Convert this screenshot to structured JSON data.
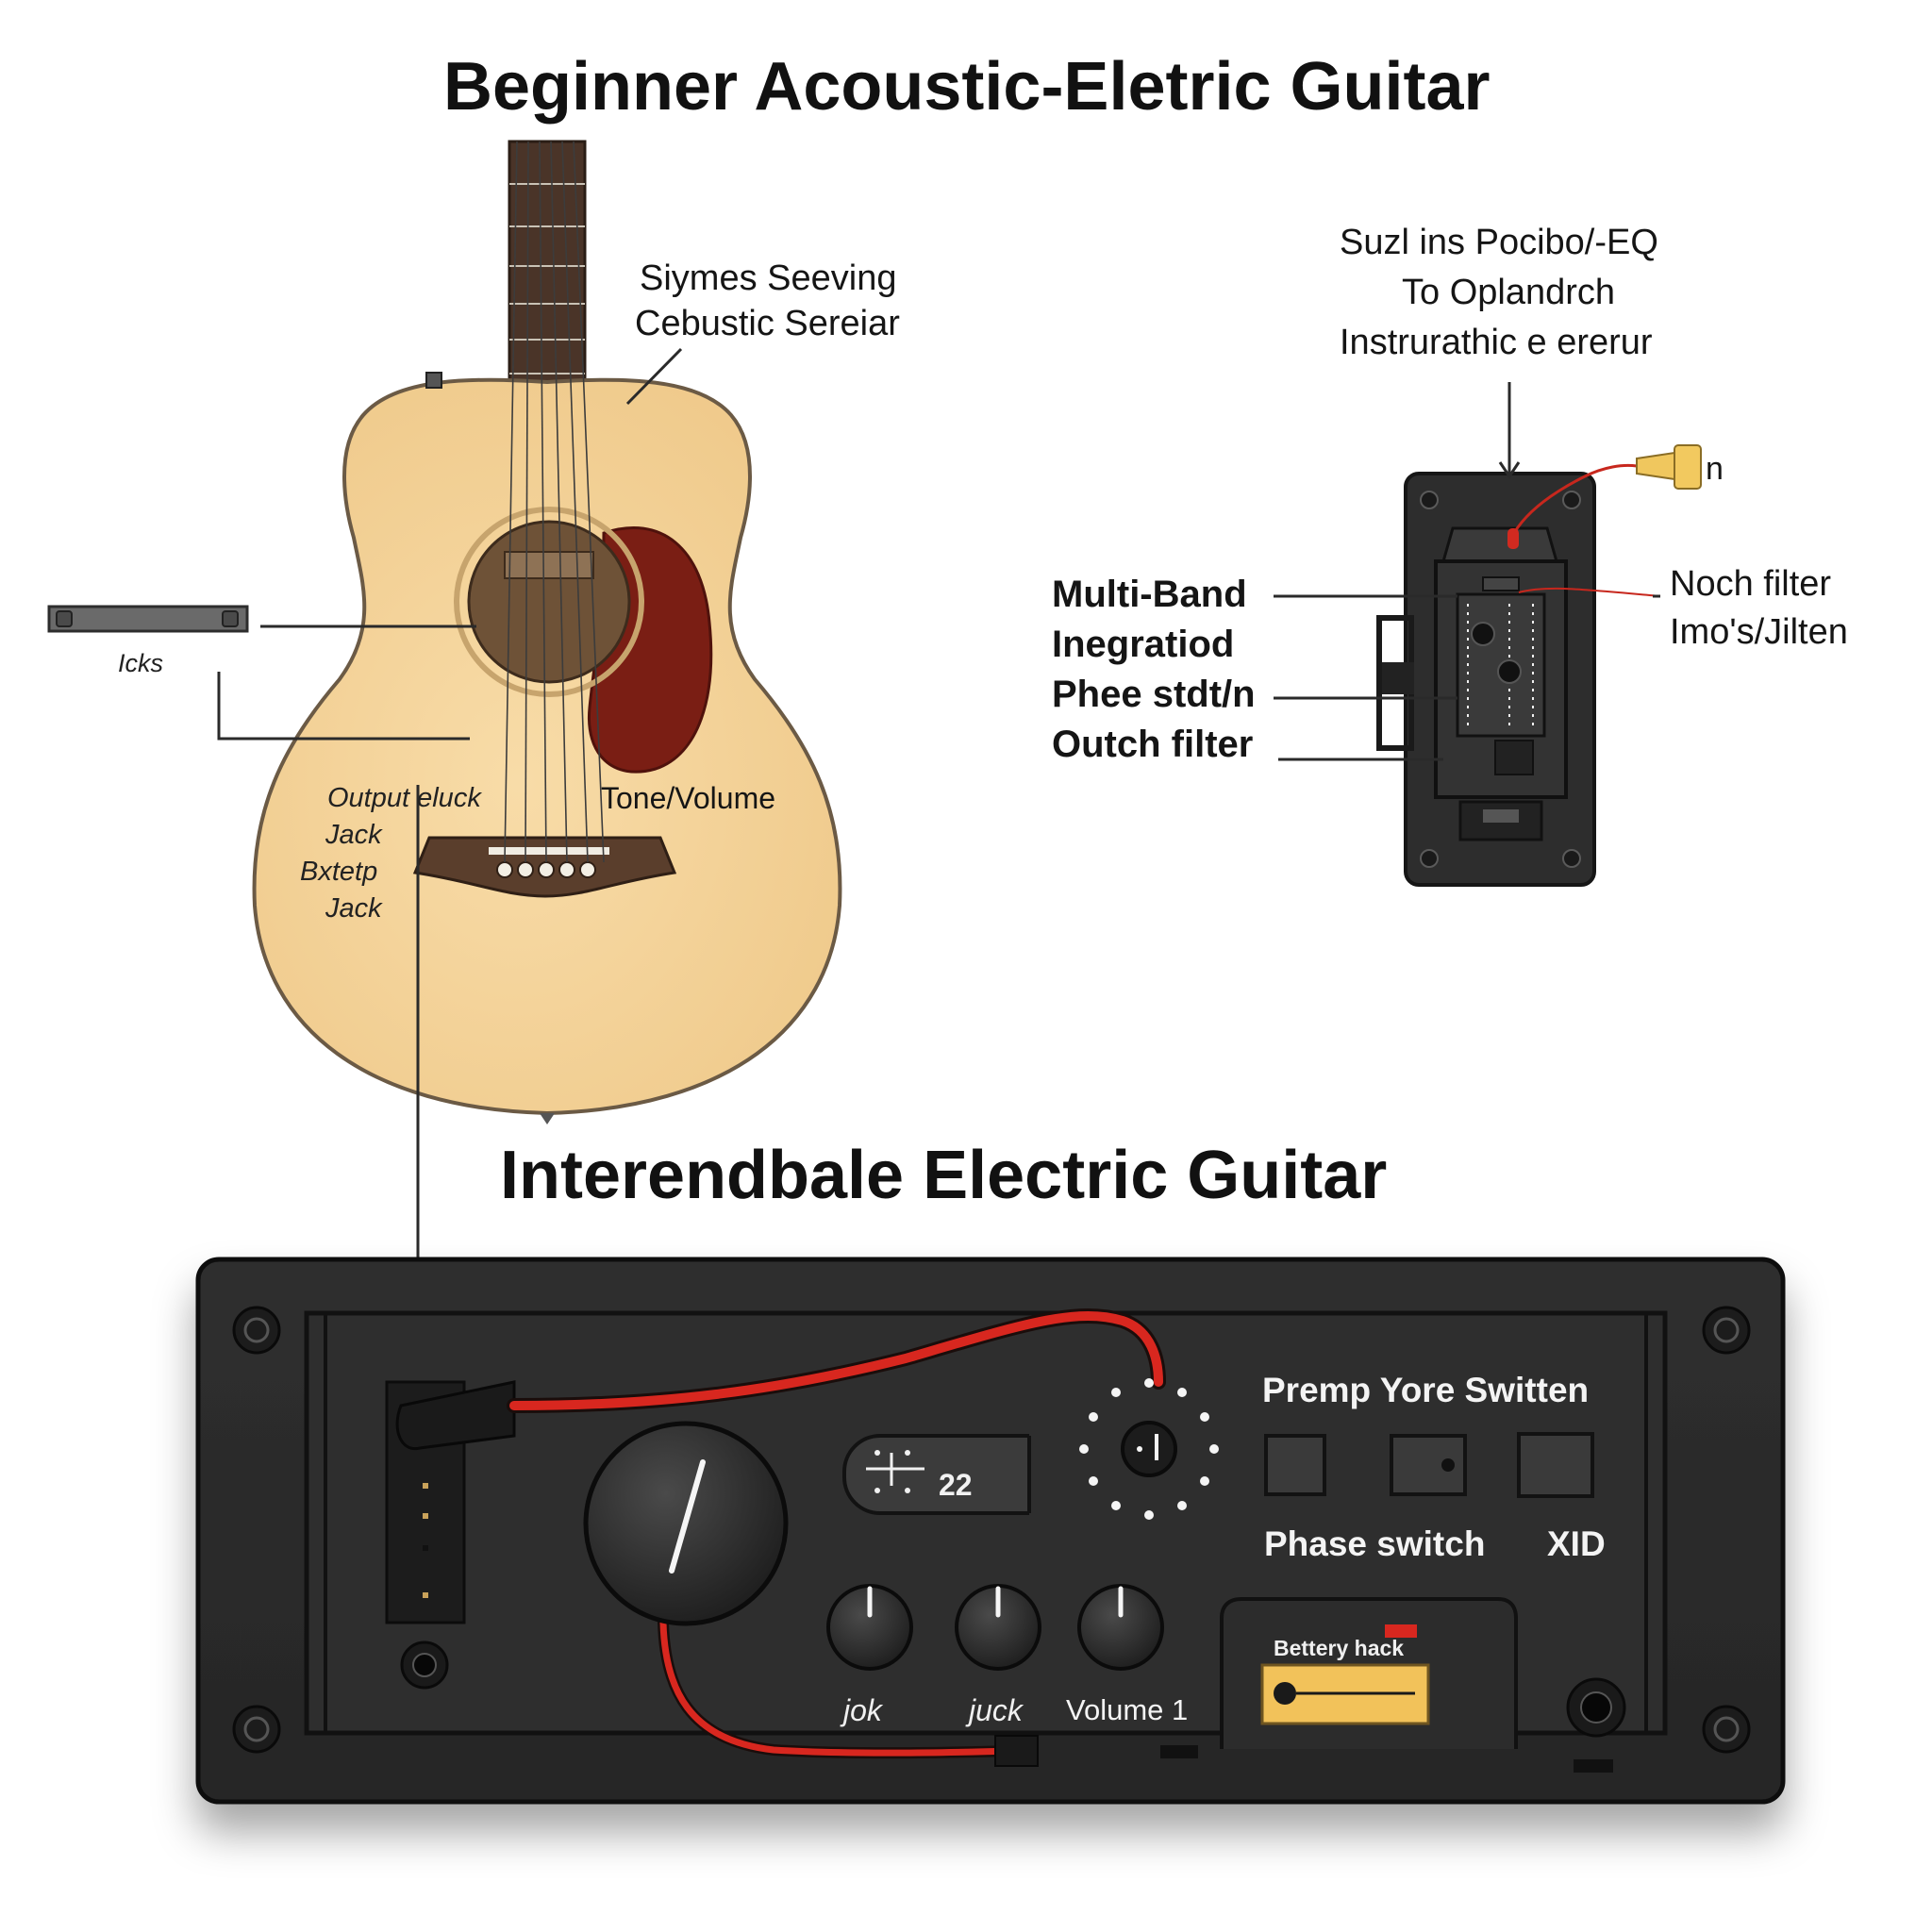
{
  "titles": {
    "top": "Beginner Acoustic-Eletric Guitar",
    "middle": "Interendbale Electric Guitar"
  },
  "guitar_labels": {
    "top_line1": "Siymes Seeving",
    "top_line2": "Cebustic Sereiar",
    "strap": "Icks",
    "output_line1": "Output eluck",
    "output_line2": "Jack",
    "output_line3": "Bxtetp",
    "output_line4": "Jack",
    "tone_volume": "Tone/Volume"
  },
  "preamp_labels": {
    "top_line1": "Suzl ins Pocibo/-EQ",
    "top_line2": "To Oplandrch",
    "top_line3": "Instrurathic e ererur",
    "left_line1": "Multi-Band",
    "left_line2": "Inegratiod",
    "left_line3": "Phee stdt/n",
    "left_line4": "Outch filter",
    "right_line1": "Noch filter",
    "right_line2": "Imo's/Jilten",
    "connector": "n"
  },
  "panel": {
    "switch_title": "Premp Yore Switten",
    "phase_switch": "Phase switch",
    "xid": "XID",
    "readout": "22",
    "knob1_label": "jok",
    "knob2_label": "juck",
    "knob3_label": "Volume 1",
    "battery": "Bettery hack"
  },
  "colors": {
    "guitar_top": "#f4cf92",
    "guitar_outline": "#6b5a45",
    "pickguard": "#7a1e14",
    "fretboard": "#4a3428",
    "panel": "#2b2b2b",
    "panel_inner": "#333333",
    "cable_red": "#d8271f",
    "battery": "#f2c25a"
  }
}
